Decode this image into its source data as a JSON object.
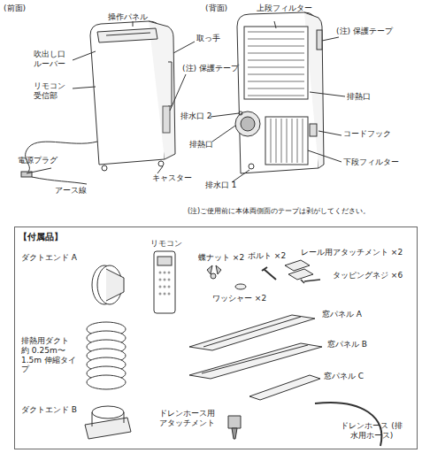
{
  "diagram": {
    "nodes": [
      {
        "text": [
          "【付属品】"
        ]
      }
    ],
    "labels": [
      "(前面)",
      "操作パネル",
      "吹出し口 ルーバー",
      "リモコン 受信部",
      "電源プラグ",
      "アース線",
      "キャスター",
      "取っ手",
      "(注) 保護テープ",
      "(背面)",
      "上段フィルター",
      "(注) 保護テープ",
      "排熱口",
      "排水口 2",
      "排熱口",
      "コードフック",
      "下段フィルター",
      "排水口 1",
      "(注)ご使用前に本体両側面のテープは剥がしてください。",
      "ダクトエンド A",
      "リモコン",
      "蝶ナット ×2",
      "ボルト ×2",
      "レール用アタッチメント ×2",
      "タッピングネジ ×6",
      "ワッシャー ×2",
      "窓パネル A",
      "排熱用ダクト 約 0.25m〜1.5m 伸縮タイプ",
      "窓パネル B",
      "窓パネル C",
      "ダクトエンド B",
      "ドレンホース用 アタッチメント",
      "ドレンホース (排水用ホース)"
    ]
  }
}
